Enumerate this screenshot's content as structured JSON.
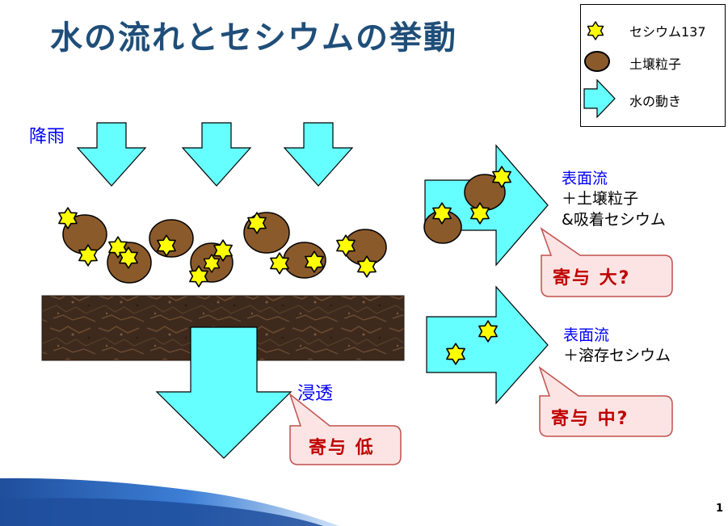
{
  "slide": {
    "title": "水の流れとセシウムの挙動",
    "page_number": "1"
  },
  "legend": {
    "items": [
      {
        "icon": "star-icon",
        "label": "セシウム137"
      },
      {
        "icon": "soil-particle-icon",
        "label": "土壌粒子"
      },
      {
        "icon": "arrow-icon",
        "label": "水の動き"
      }
    ]
  },
  "labels": {
    "rainfall": "降雨",
    "infiltration": "浸透",
    "surface_flow_1_title": "表面流",
    "surface_flow_1_line1": "＋土壌粒子",
    "surface_flow_1_line2": "&吸着セシウム",
    "surface_flow_2_title": "表面流",
    "surface_flow_2_line1": "＋溶存セシウム"
  },
  "callouts": {
    "large": "寄与 大?",
    "medium": "寄与 中?",
    "low": "寄与 低"
  },
  "colors": {
    "arrow_fill": "#66ffff",
    "soil_particle": "#8b5a2b",
    "cesium_star": "#ffff00",
    "callout_fill": "#fce4e4",
    "callout_border": "#c0504d",
    "blue_text": "#0000ff",
    "title_text": "#1f4e79"
  }
}
